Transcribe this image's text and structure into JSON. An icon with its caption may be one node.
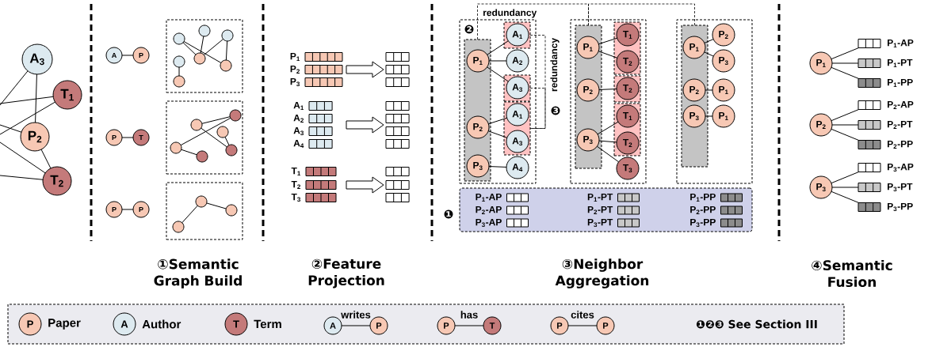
{
  "diagram": {
    "nodes": [
      {
        "text": [
          "A$_{3}$"
        ]
      },
      {
        "text": [
          "T$_{1}$"
        ]
      },
      {
        "text": [
          "P$_{2}$"
        ]
      },
      {
        "text": [
          "T$_{2}$"
        ]
      },
      {
        "text": [
          "A"
        ]
      },
      {
        "text": [
          "P"
        ]
      },
      {
        "text": [
          "P"
        ]
      },
      {
        "text": [
          "T"
        ]
      },
      {
        "text": [
          "P"
        ]
      },
      {
        "text": [
          "P"
        ]
      },
      {
        "text": [],
        "shape": "box"
      },
      {
        "text": [],
        "shape": "circle",
        "in": 10
      },
      {
        "text": [],
        "shape": "circle",
        "in": 10
      },
      {
        "text": [],
        "shape": "circle",
        "in": 10
      },
      {
        "text": [],
        "shape": "circle",
        "in": 10
      },
      {
        "text": [],
        "shape": "circle",
        "in": 10
      },
      {
        "text": [],
        "shape": "circle",
        "in": 10
      },
      {
        "text": [],
        "shape": "circle",
        "in": 10
      },
      {
        "text": [],
        "shape": "box"
      },
      {
        "text": [],
        "shape": "circle",
        "in": 18
      },
      {
        "text": [],
        "shape": "circle",
        "in": 18
      },
      {
        "text": [],
        "shape": "circle",
        "in": 18
      },
      {
        "text": [],
        "shape": "circle",
        "in": 18
      },
      {
        "text": [],
        "shape": "circle",
        "in": 18
      },
      {
        "text": [],
        "shape": "circle",
        "in": 18
      },
      {
        "text": [],
        "shape": "box"
      },
      {
        "text": [],
        "shape": "circle",
        "in": 25
      },
      {
        "text": [],
        "shape": "circle",
        "in": 25
      },
      {
        "text": [],
        "shape": "circle",
        "in": 25
      },
      {
        "text": [],
        "shape": "box"
      },
      {
        "text": [],
        "shape": "bar",
        "in": 29
      },
      {
        "text": [
          "P$_{1}$"
        ],
        "in": 30
      },
      {
        "text": [
          "P$_{2}$"
        ],
        "in": 30
      },
      {
        "text": [
          "P$_{3}$"
        ],
        "in": 30
      },
      {
        "text": [],
        "shape": "box",
        "in": 29
      },
      {
        "text": [
          "A$_{1}$"
        ],
        "in": 34
      },
      {
        "text": [
          "A$_{2}$"
        ],
        "in": 29
      },
      {
        "text": [],
        "shape": "box",
        "in": 29
      },
      {
        "text": [
          "A$_{3}$"
        ],
        "in": 37
      },
      {
        "text": [],
        "shape": "box",
        "in": 29
      },
      {
        "text": [
          "A$_{1}$"
        ],
        "in": 39
      },
      {
        "text": [
          "A$_{3}$"
        ],
        "in": 39
      },
      {
        "text": [
          "A$_{4}$"
        ],
        "in": 29
      },
      {
        "text": [],
        "shape": "box"
      },
      {
        "text": [],
        "shape": "bar",
        "in": 43
      },
      {
        "text": [
          "P$_{1}$"
        ],
        "in": 44
      },
      {
        "text": [
          "P$_{2}$"
        ],
        "in": 44
      },
      {
        "text": [
          "P$_{3}$"
        ],
        "in": 44
      },
      {
        "text": [],
        "shape": "box",
        "in": 43
      },
      {
        "text": [
          "T$_{1}$"
        ],
        "in": 48
      },
      {
        "text": [
          "T$_{2}$"
        ],
        "in": 48
      },
      {
        "text": [],
        "shape": "box",
        "in": 43
      },
      {
        "text": [
          "T$_{2}$"
        ],
        "in": 51
      },
      {
        "text": [],
        "shape": "box",
        "in": 43
      },
      {
        "text": [
          "T$_{1}$"
        ],
        "in": 53
      },
      {
        "text": [
          "T$_{2}$"
        ],
        "in": 53
      },
      {
        "text": [
          "T$_{3}$"
        ],
        "in": 43
      },
      {
        "text": [],
        "shape": "box"
      },
      {
        "text": [],
        "shape": "bar",
        "in": 57
      },
      {
        "text": [
          "P$_{1}$"
        ],
        "in": 58
      },
      {
        "text": [
          "P$_{2}$"
        ],
        "in": 58
      },
      {
        "text": [
          "P$_{3}$"
        ],
        "in": 58
      },
      {
        "text": [
          "P$_{2}$"
        ],
        "in": 57
      },
      {
        "text": [
          "P$_{3}$"
        ],
        "in": 57
      },
      {
        "text": [
          "P$_{1}$"
        ],
        "in": 57
      },
      {
        "text": [
          "P$_{1}$"
        ],
        "in": 57
      },
      {
        "text": [],
        "shape": "box"
      },
      {
        "text": [],
        "shape": "bar",
        "in": 66,
        "beside": [
          "P$_{1}$-AP"
        ]
      },
      {
        "text": [],
        "shape": "bar",
        "in": 66,
        "beside": [
          "P$_{1}$-PT"
        ]
      },
      {
        "text": [],
        "shape": "bar",
        "in": 66,
        "beside": [
          "P$_{1}$-PP"
        ]
      },
      {
        "text": [],
        "shape": "bar",
        "in": 66,
        "beside": [
          "P$_{2}$-AP"
        ]
      },
      {
        "text": [],
        "shape": "bar",
        "in": 66,
        "beside": [
          "P$_{2}$-PT"
        ]
      },
      {
        "text": [],
        "shape": "bar",
        "in": 66,
        "beside": [
          "P$_{2}$-PP"
        ]
      },
      {
        "text": [],
        "shape": "bar",
        "in": 66,
        "beside": [
          "P$_{3}$-AP"
        ]
      },
      {
        "text": [],
        "shape": "bar",
        "in": 66,
        "beside": [
          "P$_{3}$-PT"
        ]
      },
      {
        "text": [],
        "shape": "bar",
        "in": 66,
        "beside": [
          "P$_{3}$-PP"
        ]
      },
      {
        "text": [
          "P$_{1}$"
        ]
      },
      {
        "text": [],
        "shape": "bar",
        "beside": [
          "P$_{1}$-AP"
        ]
      },
      {
        "text": [],
        "shape": "bar",
        "beside": [
          "P$_{1}$-PT"
        ]
      },
      {
        "text": [],
        "shape": "bar",
        "beside": [
          "P$_{1}$-PP"
        ]
      },
      {
        "text": [
          "P$_{2}$"
        ]
      },
      {
        "text": [],
        "shape": "bar",
        "beside": [
          "P$_{2}$-AP"
        ]
      },
      {
        "text": [],
        "shape": "bar",
        "beside": [
          "P$_{2}$-PT"
        ]
      },
      {
        "text": [],
        "shape": "bar",
        "beside": [
          "P$_{2}$-PP"
        ]
      },
      {
        "text": [
          "P$_{3}$"
        ]
      },
      {
        "text": [],
        "shape": "bar",
        "beside": [
          "P$_{3}$-AP"
        ]
      },
      {
        "text": [],
        "shape": "bar",
        "beside": [
          "P$_{3}$-PT"
        ]
      },
      {
        "text": [],
        "shape": "bar",
        "beside": [
          "P$_{3}$-PP"
        ]
      },
      {
        "text": [
          "❶❷❸ See Section III"
        ]
      },
      {
        "text": [
          "P"
        ],
        "in": 88,
        "beside": [
          "Paper"
        ]
      },
      {
        "text": [
          "A"
        ],
        "in": 88,
        "beside": [
          "Author"
        ]
      },
      {
        "text": [
          "T"
        ],
        "in": 88,
        "beside": [
          "Term"
        ]
      },
      {
        "text": [
          "A"
        ],
        "in": 88
      },
      {
        "text": [
          "P"
        ],
        "in": 88
      },
      {
        "text": [
          "P"
        ],
        "in": 88
      },
      {
        "text": [
          "T"
        ],
        "in": 88
      },
      {
        "text": [
          "P"
        ],
        "in": 88
      },
      {
        "text": [
          "P"
        ],
        "in": 88
      }
    ],
    "edges": [
      {
        "from": null,
        "to": 0,
        "arrow": "none"
      },
      {
        "from": null,
        "to": 1,
        "arrow": "none"
      },
      {
        "from": null,
        "to": 1,
        "arrow": "none"
      },
      {
        "from": null,
        "to": 2,
        "arrow": "none"
      },
      {
        "from": null,
        "to": 3,
        "arrow": "none"
      },
      {
        "from": null,
        "to": 3,
        "arrow": "none"
      },
      {
        "from": 0,
        "to": 2,
        "arrow": "none"
      },
      {
        "from": 2,
        "to": 3,
        "arrow": "none"
      },
      {
        "from": 4,
        "to": 5,
        "arrow": "none"
      },
      {
        "from": 6,
        "to": 7,
        "arrow": "none"
      },
      {
        "from": 8,
        "to": 9,
        "arrow": "none"
      },
      {
        "from": 11,
        "to": 15,
        "arrow": "none"
      },
      {
        "from": 11,
        "to": 16,
        "arrow": "none"
      },
      {
        "from": 12,
        "to": 15,
        "arrow": "none"
      },
      {
        "from": 13,
        "to": 15,
        "arrow": "none"
      },
      {
        "from": 13,
        "to": 16,
        "arrow": "none"
      },
      {
        "from": 14,
        "to": 17,
        "arrow": "none"
      },
      {
        "from": 19,
        "to": 22,
        "arrow": "none"
      },
      {
        "from": 21,
        "to": 22,
        "arrow": "none"
      },
      {
        "from": 21,
        "to": 24,
        "arrow": "none"
      },
      {
        "from": 19,
        "to": 23,
        "arrow": "none"
      },
      {
        "from": 20,
        "to": 23,
        "arrow": "none"
      },
      {
        "from": 26,
        "to": 27,
        "arrow": "none"
      },
      {
        "from": 27,
        "to": 28,
        "arrow": "none"
      },
      {
        "from": 31,
        "to": 35,
        "arrow": "none"
      },
      {
        "from": 31,
        "to": 36,
        "arrow": "none"
      },
      {
        "from": 31,
        "to": 38,
        "arrow": "none"
      },
      {
        "from": 32,
        "to": 40,
        "arrow": "none"
      },
      {
        "from": 32,
        "to": 41,
        "arrow": "none"
      },
      {
        "from": 33,
        "to": 42,
        "arrow": "none"
      },
      {
        "from": 45,
        "to": 49,
        "arrow": "none"
      },
      {
        "from": 45,
        "to": 50,
        "arrow": "none"
      },
      {
        "from": 46,
        "to": 52,
        "arrow": "none"
      },
      {
        "from": 47,
        "to": 54,
        "arrow": "none"
      },
      {
        "from": 47,
        "to": 55,
        "arrow": "none"
      },
      {
        "from": 47,
        "to": 56,
        "arrow": "none"
      },
      {
        "from": 59,
        "to": 62,
        "arrow": "none"
      },
      {
        "from": 59,
        "to": 63,
        "arrow": "none"
      },
      {
        "from": 60,
        "to": 64,
        "arrow": "none"
      },
      {
        "from": 61,
        "to": 65,
        "arrow": "none"
      },
      {
        "from": 76,
        "to": 77,
        "arrow": "none"
      },
      {
        "from": 76,
        "to": 78,
        "arrow": "none"
      },
      {
        "from": 76,
        "to": 79,
        "arrow": "none"
      },
      {
        "from": 80,
        "to": 81,
        "arrow": "none"
      },
      {
        "from": 80,
        "to": 82,
        "arrow": "none"
      },
      {
        "from": 80,
        "to": 83,
        "arrow": "none"
      },
      {
        "from": 84,
        "to": 85,
        "arrow": "none"
      },
      {
        "from": 84,
        "to": 86,
        "arrow": "none"
      },
      {
        "from": 84,
        "to": 87,
        "arrow": "none"
      },
      {
        "from": 92,
        "to": 93,
        "arrow": "none",
        "label": "writes"
      },
      {
        "from": 94,
        "to": 95,
        "arrow": "none",
        "label": "has"
      },
      {
        "from": 96,
        "to": 97,
        "arrow": "none",
        "label": "cites"
      },
      {
        "from": 30,
        "to": 44,
        "arrow": "none",
        "style": "dashed",
        "label": "redundancy"
      },
      {
        "from": 44,
        "to": 58,
        "arrow": "none",
        "style": "dashed"
      },
      {
        "from": 34,
        "to": 39,
        "arrow": "none",
        "style": "dashed",
        "label": "redundancy"
      },
      {
        "from": 37,
        "to": 39,
        "arrow": "none",
        "style": "dashed"
      }
    ],
    "labels": [
      "P$_{1}$",
      "P$_{2}$",
      "P$_{3}$",
      "A$_{1}$",
      "A$_{2}$",
      "A$_{3}$",
      "A$_{4}$",
      "T$_{1}$",
      "T$_{2}$",
      "T$_{3}$",
      "❷",
      "❸",
      "❶",
      "①Semantic Graph Build",
      "②Feature Projection",
      "③Neighbor Aggregation",
      "④Semantic Fusion"
    ]
  }
}
